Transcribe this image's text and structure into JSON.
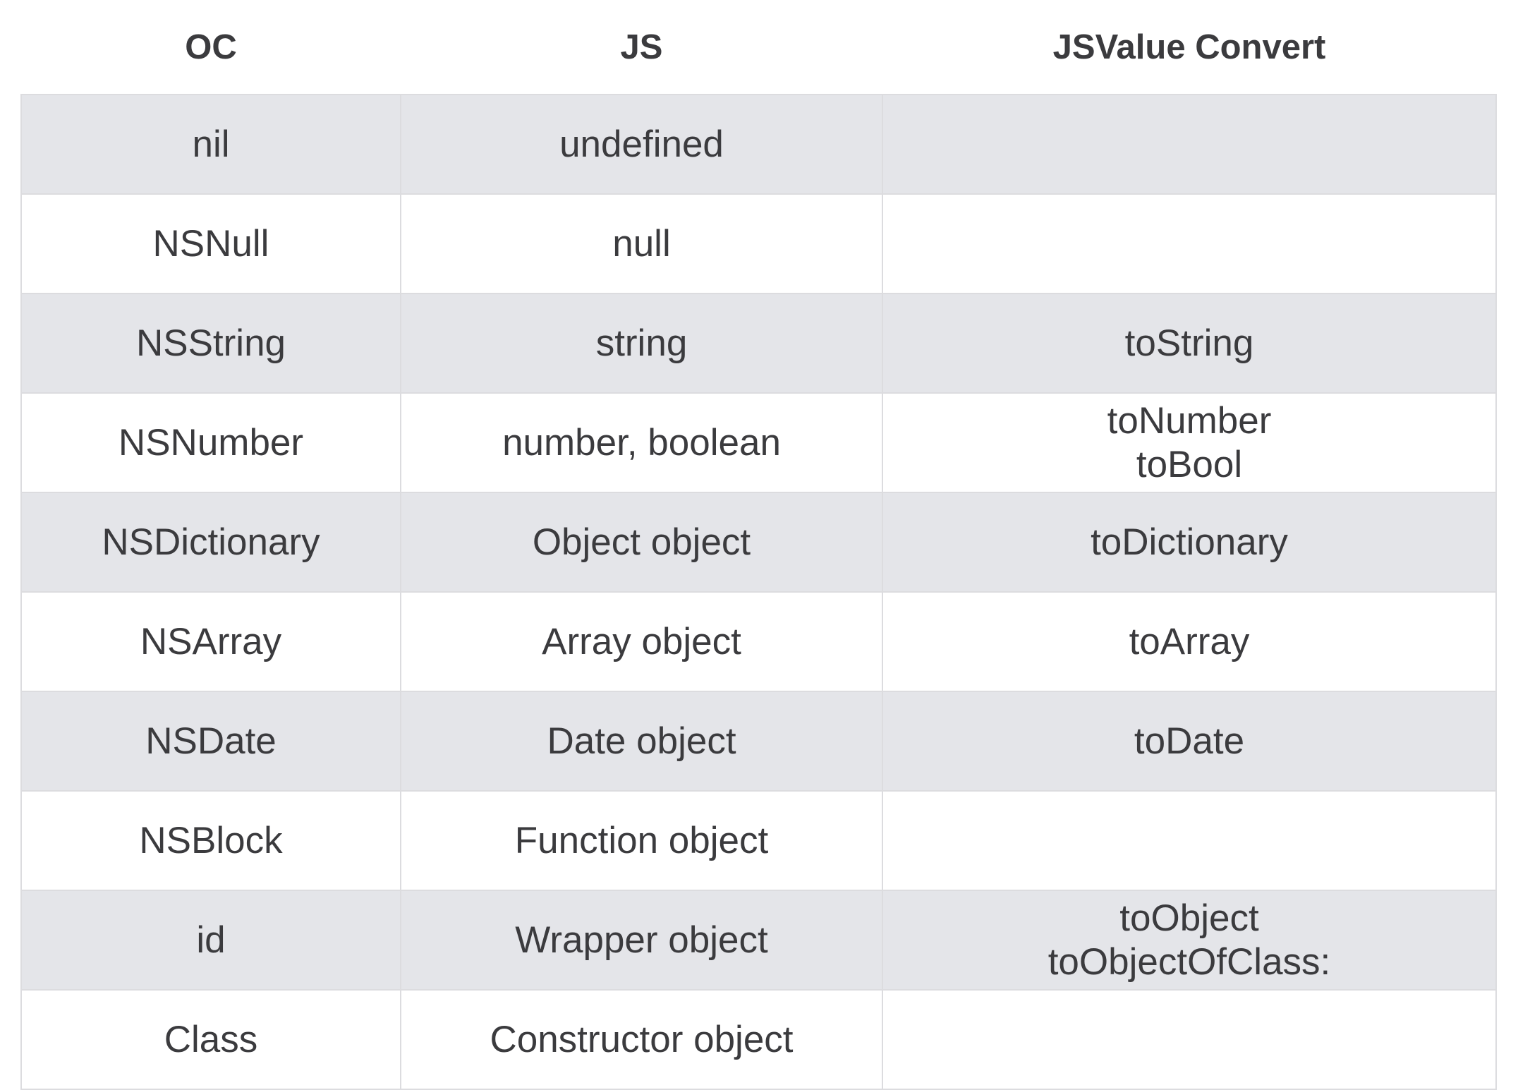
{
  "table": {
    "headers": [
      "OC",
      "JS",
      "JSValue Convert"
    ],
    "rows": [
      {
        "oc": "nil",
        "js": "undefined",
        "convert": []
      },
      {
        "oc": "NSNull",
        "js": "null",
        "convert": []
      },
      {
        "oc": "NSString",
        "js": "string",
        "convert": [
          "toString"
        ]
      },
      {
        "oc": "NSNumber",
        "js": "number, boolean",
        "convert": [
          "toNumber",
          "toBool"
        ]
      },
      {
        "oc": "NSDictionary",
        "js": "Object object",
        "convert": [
          "toDictionary"
        ]
      },
      {
        "oc": "NSArray",
        "js": "Array object",
        "convert": [
          "toArray"
        ]
      },
      {
        "oc": "NSDate",
        "js": "Date object",
        "convert": [
          "toDate"
        ]
      },
      {
        "oc": "NSBlock",
        "js": "Function object",
        "convert": []
      },
      {
        "oc": "id",
        "js": "Wrapper object",
        "convert": [
          "toObject",
          "toObjectOfClass:"
        ]
      },
      {
        "oc": "Class",
        "js": "Constructor object",
        "convert": []
      }
    ]
  },
  "colors": {
    "row_alt_bg": "#e4e5e9",
    "row_bg": "#ffffff",
    "border": "#dcdcdf",
    "text": "#3b3b3e"
  }
}
